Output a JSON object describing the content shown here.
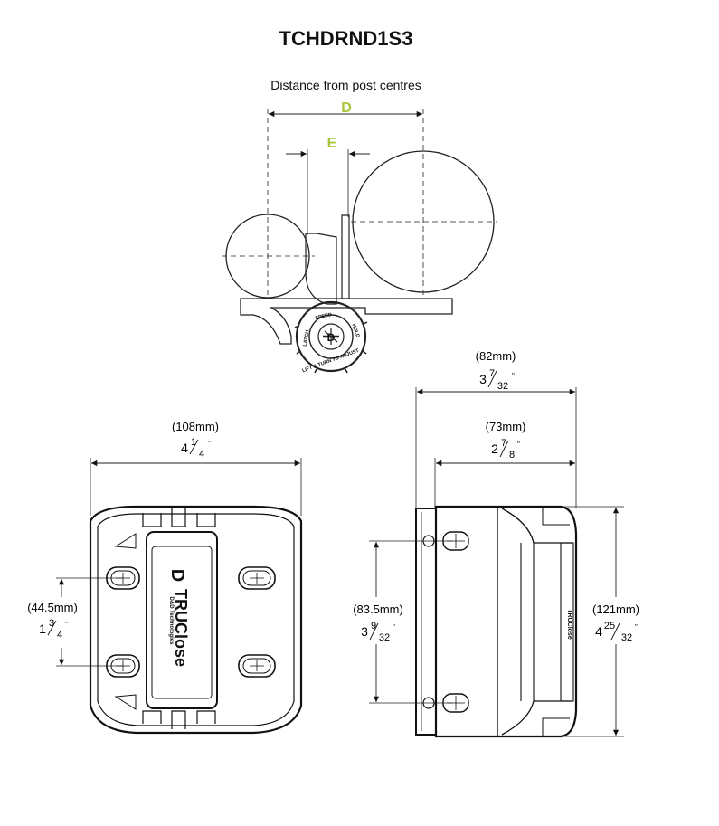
{
  "title": "TCHDRND1S3",
  "top_view": {
    "caption": "Distance from post centres",
    "dim_d_label": "D",
    "dim_e_label": "E",
    "label_color": "#a8c639",
    "logo_text": "D",
    "ring_text_1": "LIFT & TURN TO ADJUST",
    "ring_text_2": "SPEED",
    "ring_text_3": "HOLD",
    "ring_text_4": "LATCH"
  },
  "front_view": {
    "width_mm": "(108mm)",
    "width_in_whole": "4",
    "width_in_num": "1",
    "width_in_den": "4",
    "hole_spacing_mm": "(44.5mm)",
    "hole_spacing_in_whole": "1",
    "hole_spacing_in_num": "3",
    "hole_spacing_in_den": "4",
    "brand_text": "TRUClose",
    "brand_sub": "D&D Technologies"
  },
  "side_view": {
    "overall_width_mm": "(82mm)",
    "overall_width_in_whole": "3",
    "overall_width_in_num": "7",
    "overall_width_in_den": "32",
    "body_width_mm": "(73mm)",
    "body_width_in_whole": "2",
    "body_width_in_num": "7",
    "body_width_in_den": "8",
    "hole_spacing_mm": "(83.5mm)",
    "hole_spacing_in_whole": "3",
    "hole_spacing_in_num": "9",
    "hole_spacing_in_den": "32",
    "height_mm": "(121mm)",
    "height_in_whole": "4",
    "height_in_num": "25",
    "height_in_den": "32",
    "brand_text": "TRUClose"
  },
  "inch_mark": "\""
}
